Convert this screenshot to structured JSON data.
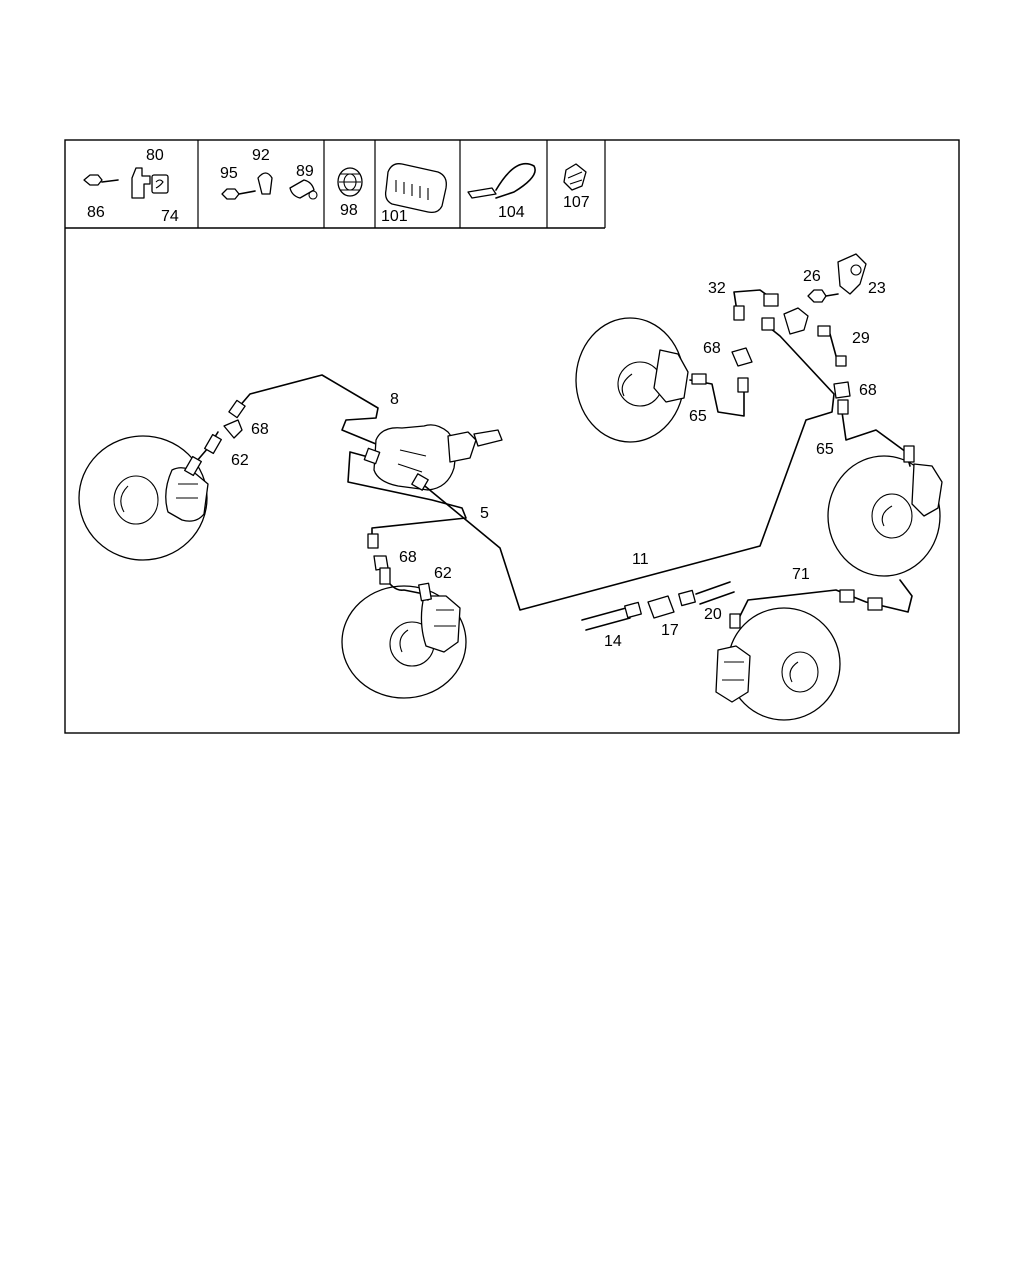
{
  "header_cells": [
    {
      "id": "cell-1",
      "labels": [
        "80",
        "86",
        "74"
      ]
    },
    {
      "id": "cell-2",
      "labels": [
        "92",
        "95",
        "89"
      ]
    },
    {
      "id": "cell-3",
      "labels": [
        "98"
      ]
    },
    {
      "id": "cell-4",
      "labels": [
        "101"
      ]
    },
    {
      "id": "cell-5",
      "labels": [
        "104"
      ]
    },
    {
      "id": "cell-6",
      "labels": [
        "107"
      ]
    }
  ],
  "callouts": {
    "c8": "8",
    "c68a": "68",
    "c62a": "62",
    "c5": "5",
    "c68b": "68",
    "c62b": "62",
    "c11": "11",
    "c14": "14",
    "c17": "17",
    "c20": "20",
    "c71": "71",
    "c32": "32",
    "c26": "26",
    "c23": "23",
    "c29": "29",
    "c68c": "68",
    "c68d": "68",
    "c65a": "65",
    "c65b": "65"
  }
}
